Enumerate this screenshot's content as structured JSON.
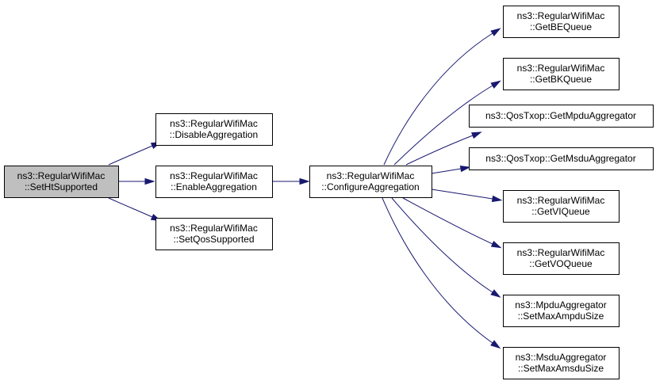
{
  "colors": {
    "edge": "#191970",
    "root_fill": "#bfbfbf",
    "node_fill": "#ffffff",
    "border": "#000000"
  },
  "nodes": [
    {
      "id": "root",
      "lines": [
        "ns3::RegularWifiMac",
        "::SetHtSupported"
      ],
      "highlighted": true
    },
    {
      "id": "disable",
      "lines": [
        "ns3::RegularWifiMac",
        "::DisableAggregation"
      ]
    },
    {
      "id": "enable",
      "lines": [
        "ns3::RegularWifiMac",
        "::EnableAggregation"
      ]
    },
    {
      "id": "setqos",
      "lines": [
        "ns3::RegularWifiMac",
        "::SetQosSupported"
      ]
    },
    {
      "id": "configure",
      "lines": [
        "ns3::RegularWifiMac",
        "::ConfigureAggregation"
      ]
    },
    {
      "id": "getbe",
      "lines": [
        "ns3::RegularWifiMac",
        "::GetBEQueue"
      ]
    },
    {
      "id": "getbk",
      "lines": [
        "ns3::RegularWifiMac",
        "::GetBKQueue"
      ]
    },
    {
      "id": "getmpdu",
      "lines": [
        "ns3::QosTxop::GetMpduAggregator"
      ]
    },
    {
      "id": "getmsdu",
      "lines": [
        "ns3::QosTxop::GetMsduAggregator"
      ]
    },
    {
      "id": "getvi",
      "lines": [
        "ns3::RegularWifiMac",
        "::GetVIQueue"
      ]
    },
    {
      "id": "getvo",
      "lines": [
        "ns3::RegularWifiMac",
        "::GetVOQueue"
      ]
    },
    {
      "id": "setampdu",
      "lines": [
        "ns3::MpduAggregator",
        "::SetMaxAmpduSize"
      ]
    },
    {
      "id": "setamsdu",
      "lines": [
        "ns3::MsduAggregator",
        "::SetMaxAmsduSize"
      ]
    }
  ],
  "edges": [
    {
      "from": "root",
      "to": "disable"
    },
    {
      "from": "root",
      "to": "enable"
    },
    {
      "from": "root",
      "to": "setqos"
    },
    {
      "from": "enable",
      "to": "configure"
    },
    {
      "from": "configure",
      "to": "getbe"
    },
    {
      "from": "configure",
      "to": "getbk"
    },
    {
      "from": "configure",
      "to": "getmpdu"
    },
    {
      "from": "configure",
      "to": "getmsdu"
    },
    {
      "from": "configure",
      "to": "getvi"
    },
    {
      "from": "configure",
      "to": "getvo"
    },
    {
      "from": "configure",
      "to": "setampdu"
    },
    {
      "from": "configure",
      "to": "setamsdu"
    }
  ]
}
